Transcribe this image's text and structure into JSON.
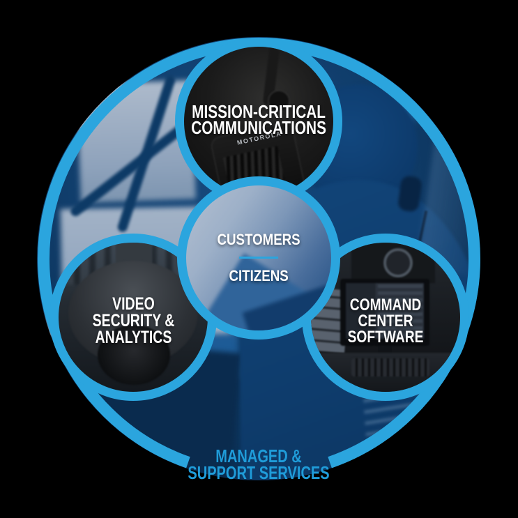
{
  "colors": {
    "ring_blue": "#2BA5DE",
    "bottom_label_blue": "#1F9CD9",
    "overlay_navy": "#0C3A66"
  },
  "center_circle": {
    "top_label": "CUSTOMERS",
    "bottom_label": "CITIZENS"
  },
  "satellites": {
    "communications": {
      "line1": "MISSION-CRITICAL",
      "line2": "COMMUNICATIONS",
      "photo": "two-way-radio"
    },
    "video": {
      "line1": "VIDEO",
      "line2": "SECURITY &",
      "line3": "ANALYTICS",
      "photo": "dome-security-camera"
    },
    "command": {
      "line1": "COMMAND",
      "line2": "CENTER",
      "line3": "SOFTWARE",
      "photo": "control-room-monitors"
    }
  },
  "bottom_label": {
    "line1": "MANAGED &",
    "line2": "SUPPORT SERVICES"
  },
  "photo_text": {
    "radio_brand": "MOTOROLA"
  }
}
